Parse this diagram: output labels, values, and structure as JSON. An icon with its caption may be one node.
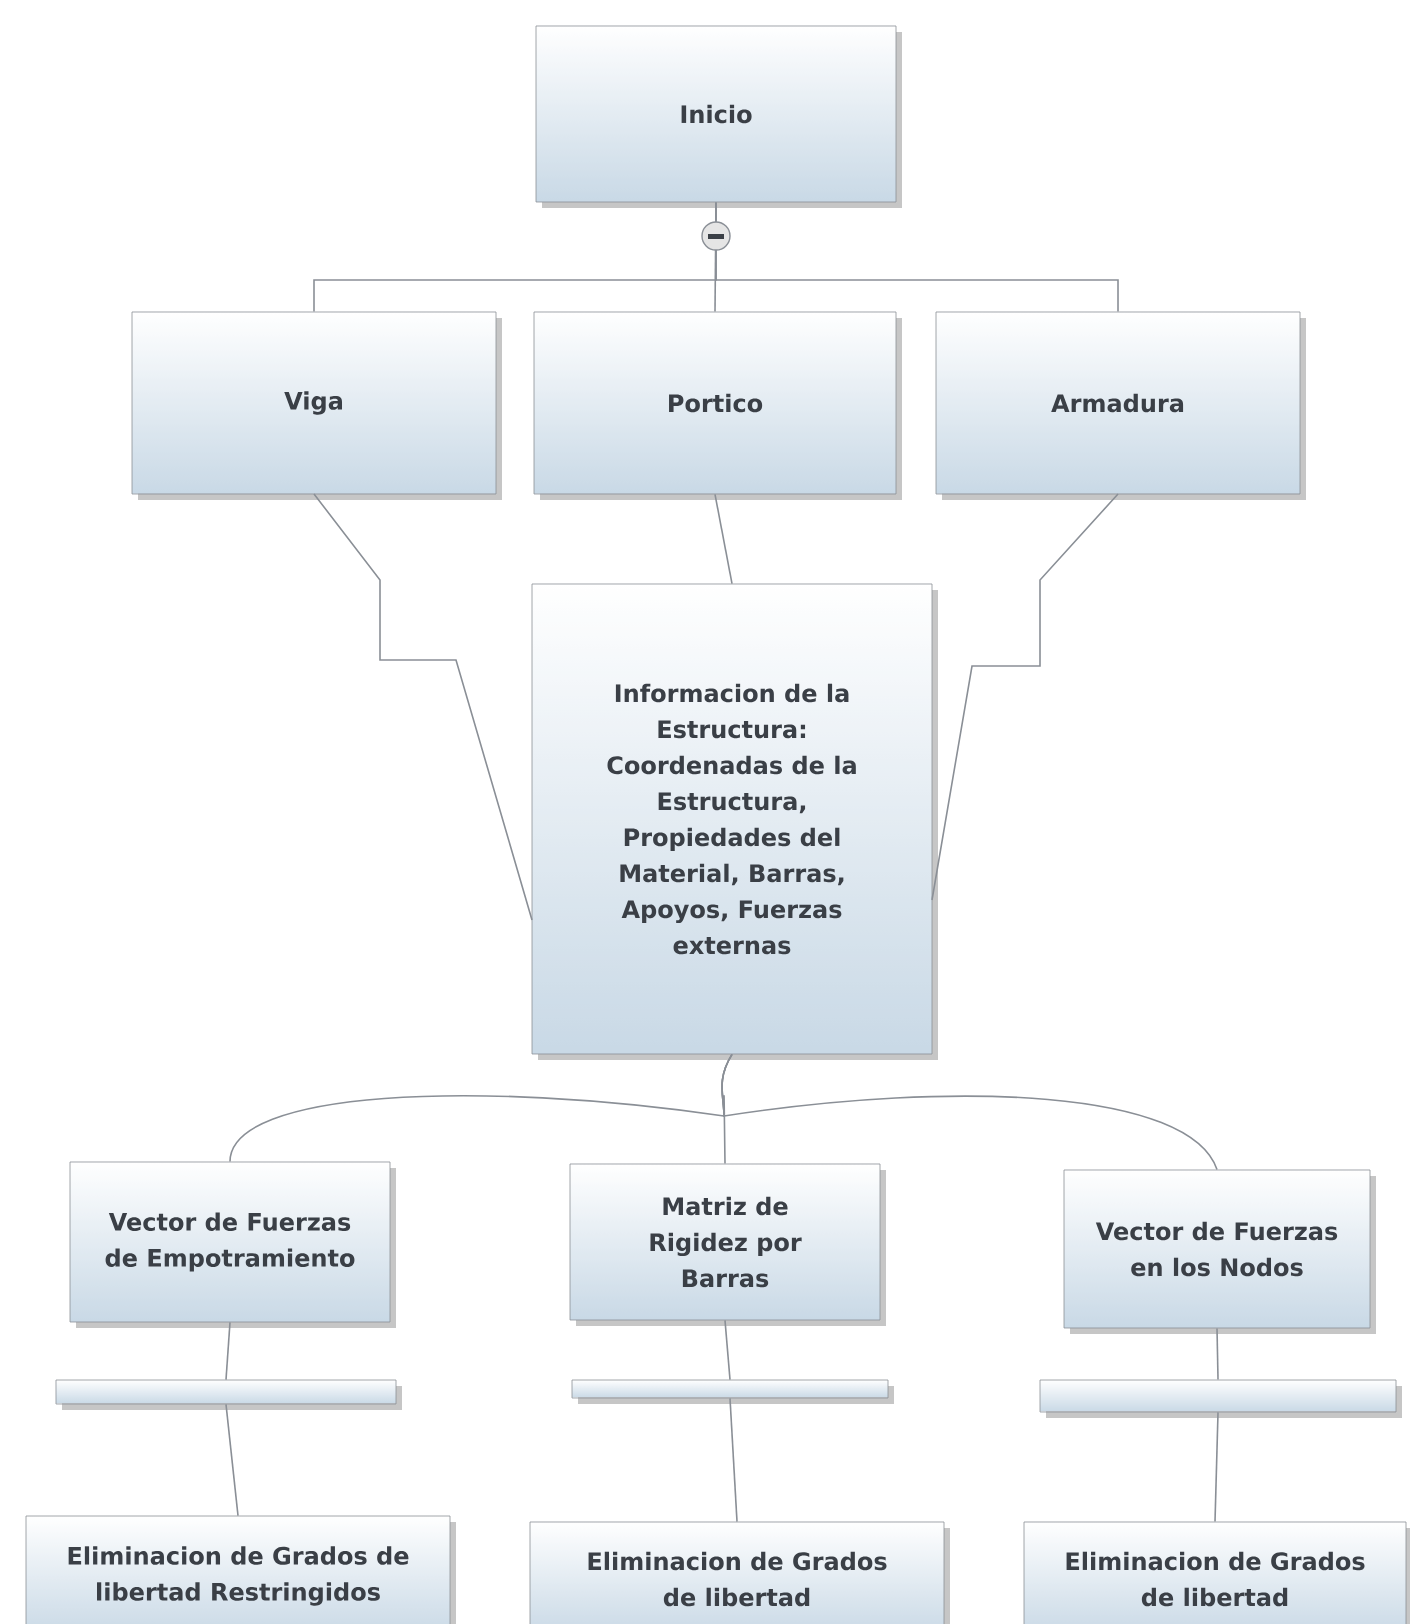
{
  "diagram": {
    "nodes": [
      {
        "text": [
          "Inicio"
        ]
      },
      {
        "text": [
          "Viga"
        ]
      },
      {
        "text": [
          "Portico"
        ]
      },
      {
        "text": [
          "Armadura"
        ]
      },
      {
        "text": [
          "Informacion de la Estructura: Coordenadas de la Estructura, Propiedades del Material, Barras, Apoyos, Fuerzas externas"
        ]
      },
      {
        "text": [
          "Vector de Fuerzas de Empotramiento"
        ]
      },
      {
        "text": [
          "Matriz de Rigidez por Barras"
        ]
      },
      {
        "text": [
          "Vector de Fuerzas en los Nodos"
        ]
      },
      {
        "text": [],
        "shape": "box"
      },
      {
        "text": [],
        "shape": "box"
      },
      {
        "text": [],
        "shape": "box"
      },
      {
        "text": [
          "Eliminacion de Grados de libertad Restringidos"
        ]
      },
      {
        "text": [
          "Eliminacion de Grados de libertad"
        ]
      },
      {
        "text": [
          "Eliminacion de Grados de libertad"
        ]
      }
    ],
    "edges": [
      {
        "from": 0,
        "to": 1,
        "arrow": "none"
      },
      {
        "from": 0,
        "to": 2,
        "arrow": "none"
      },
      {
        "from": 0,
        "to": 3,
        "arrow": "none"
      },
      {
        "from": 1,
        "to": 4,
        "arrow": "none"
      },
      {
        "from": 2,
        "to": 4,
        "arrow": "none"
      },
      {
        "from": 3,
        "to": 4,
        "arrow": "none"
      },
      {
        "from": 4,
        "to": 5,
        "arrow": "none"
      },
      {
        "from": 4,
        "to": 6,
        "arrow": "none"
      },
      {
        "from": 4,
        "to": 7,
        "arrow": "none"
      },
      {
        "from": 5,
        "to": 8,
        "arrow": "none"
      },
      {
        "from": 8,
        "to": 11,
        "arrow": "none"
      },
      {
        "from": 6,
        "to": 9,
        "arrow": "none"
      },
      {
        "from": 9,
        "to": 12,
        "arrow": "none"
      },
      {
        "from": 7,
        "to": 10,
        "arrow": "none"
      },
      {
        "from": 10,
        "to": 13,
        "arrow": "none"
      }
    ]
  }
}
